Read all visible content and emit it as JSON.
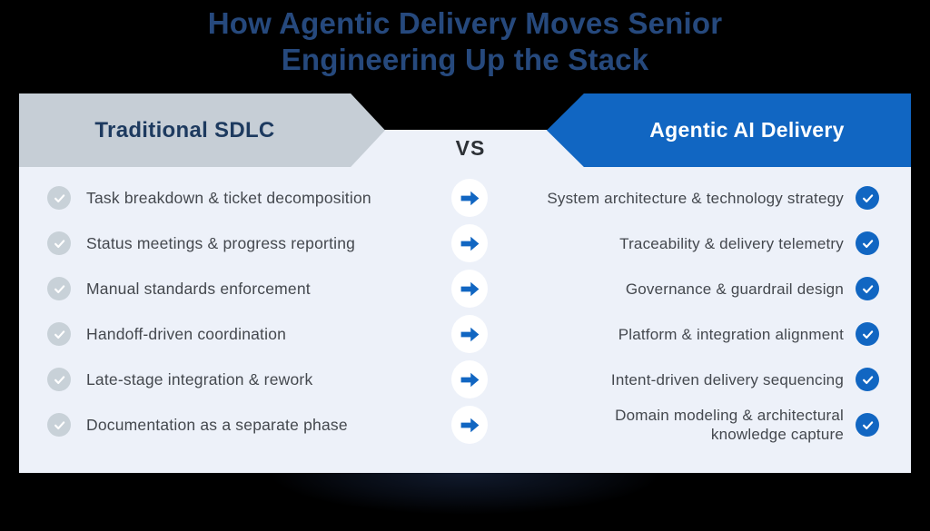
{
  "title": {
    "line1": "How Agentic Delivery Moves Senior",
    "line2": "Engineering Up the Stack"
  },
  "comparison": {
    "vs_label": "VS"
  },
  "left_column": {
    "header": "Traditional SDLC",
    "items": [
      "Task breakdown & ticket decomposition",
      "Status meetings & progress reporting",
      "Manual standards enforcement",
      "Handoff-driven coordination",
      "Late-stage integration & rework",
      "Documentation as a separate phase"
    ]
  },
  "right_column": {
    "header": "Agentic AI Delivery",
    "items": [
      "System architecture & technology strategy",
      "Traceability & delivery telemetry",
      "Governance & guardrail design",
      "Platform & integration alignment",
      "Intent-driven delivery sequencing",
      "Domain modeling & architectural knowledge capture"
    ]
  },
  "icons": {
    "left_item_icon": "check-circle-muted",
    "right_item_icon": "check-circle-active",
    "transition_icon": "arrow-right",
    "check_glyph": "✓",
    "arrow_glyph": "→"
  },
  "colors": {
    "background": "#000000",
    "title_text": "#26497d",
    "panel_background": "#edf1f9",
    "left_banner": "#c6ced6",
    "left_banner_text": "#1d3a5f",
    "right_banner": "#1166c2",
    "right_banner_text": "#ffffff",
    "row_text": "#44484e",
    "vs_text": "#2d3136",
    "muted_check": "#c8d1d8",
    "active_check": "#1166c2",
    "arrow": "#1166c2"
  }
}
